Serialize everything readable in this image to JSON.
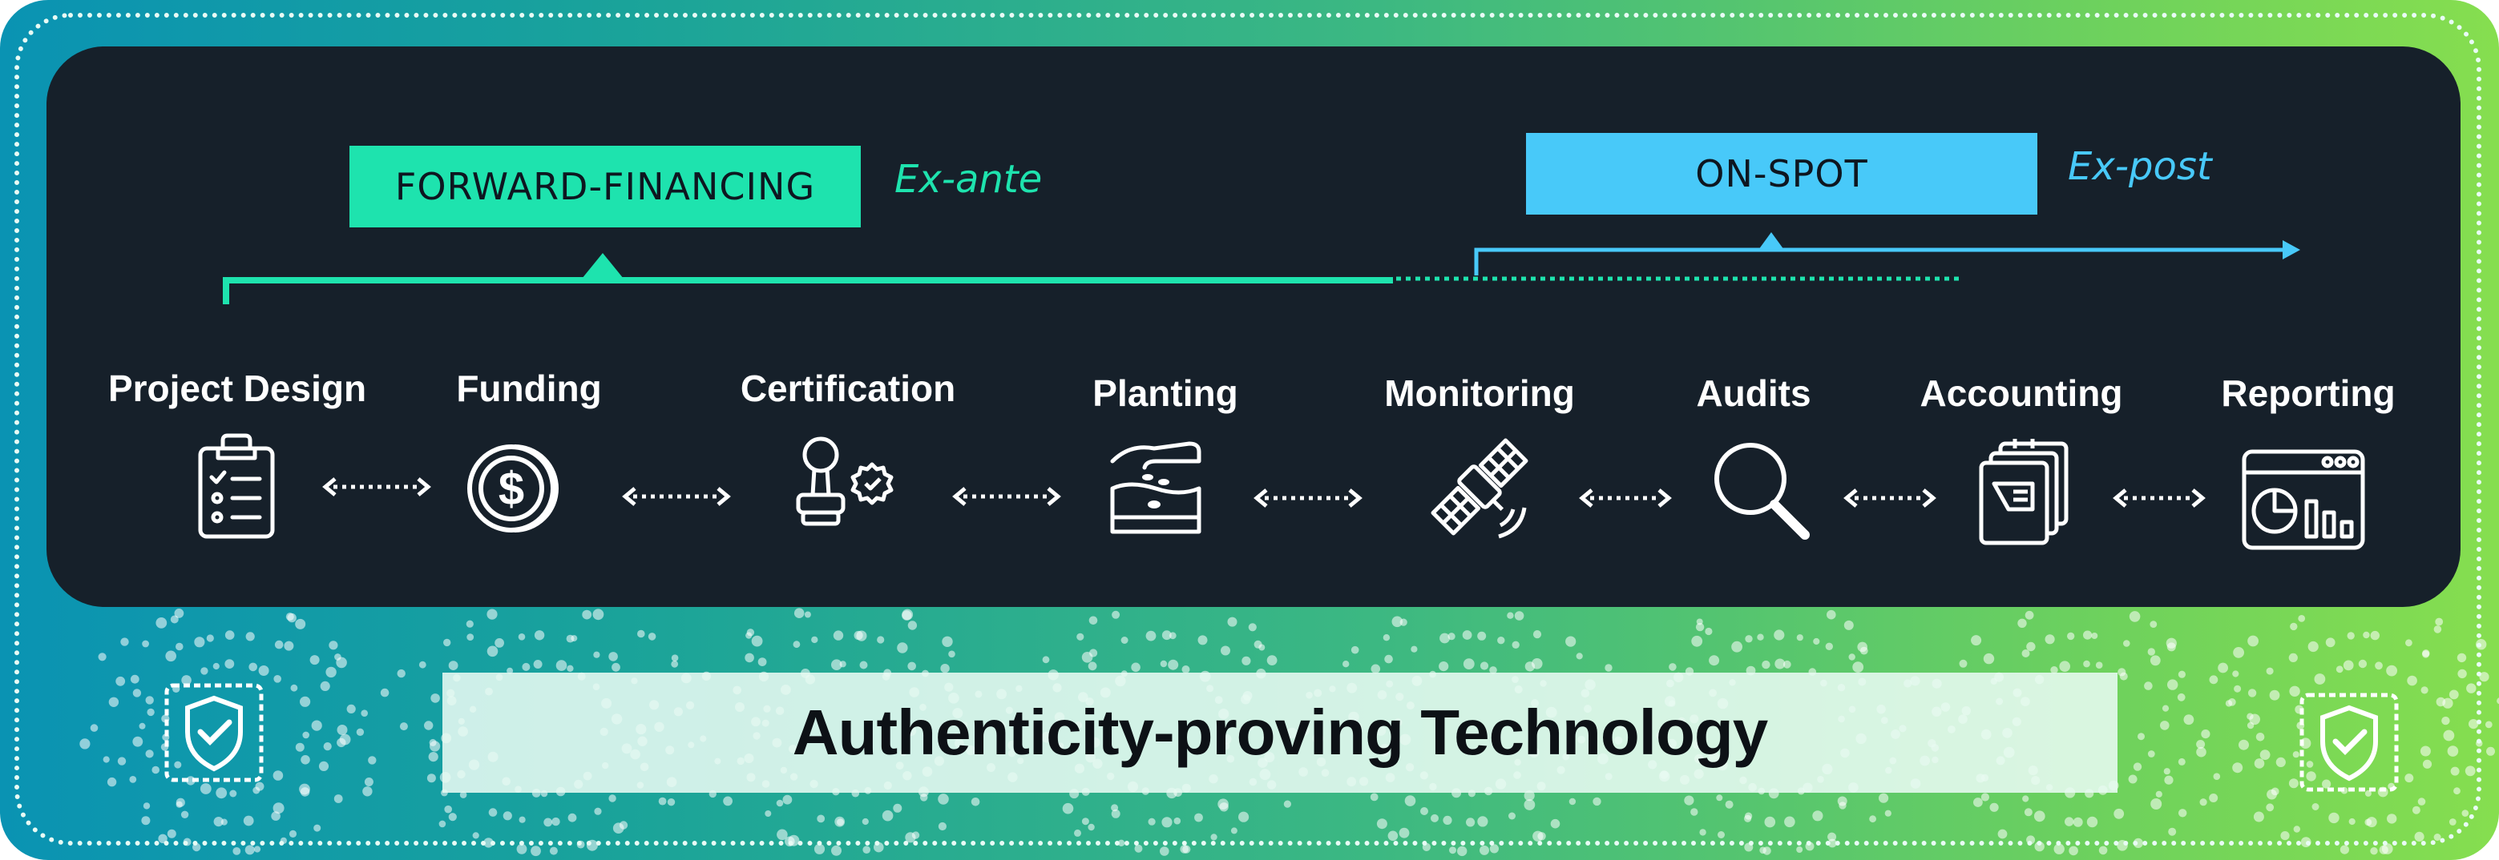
{
  "header": {
    "forward_financing": "FORWARD-FINANCING",
    "ex_ante": "Ex-ante",
    "on_spot": "ON-SPOT",
    "ex_post": "Ex-post"
  },
  "steps": [
    {
      "label": "Project Design",
      "icon": "clipboard-checklist-icon"
    },
    {
      "label": "Funding",
      "icon": "coins-dollar-icon"
    },
    {
      "label": "Certification",
      "icon": "stamp-certificate-icon"
    },
    {
      "label": "Planting",
      "icon": "hand-seed-planting-icon"
    },
    {
      "label": "Monitoring",
      "icon": "satellite-icon"
    },
    {
      "label": "Audits",
      "icon": "magnifier-icon"
    },
    {
      "label": "Accounting",
      "icon": "ledger-documents-icon"
    },
    {
      "label": "Reporting",
      "icon": "report-dashboard-icon"
    }
  ],
  "footer": {
    "title": "Authenticity-proving Technology"
  },
  "colors": {
    "forward": "#1ee3ae",
    "onspot": "#48c9f9",
    "panel": "#16202a"
  }
}
